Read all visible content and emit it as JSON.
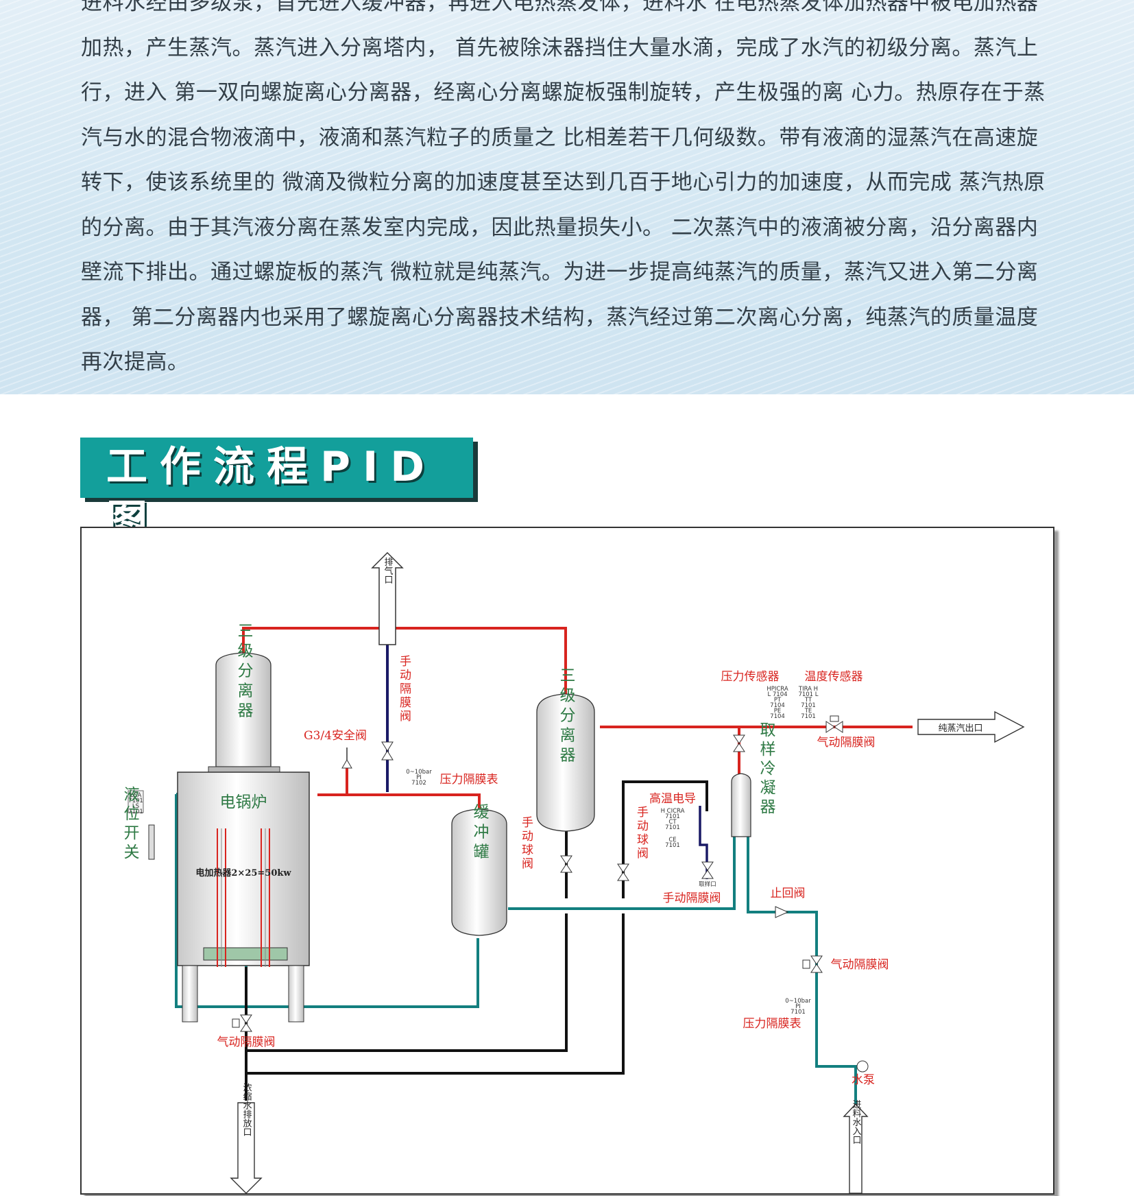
{
  "intro": {
    "paragraph": "进料水经由多级泵，首先进入缓冲器，再进入电热蒸发体，进料水 在电热蒸发体加热器中被电加热器加热，产生蒸汽。蒸汽进入分离塔内， 首先被除沫器挡住大量水滴，完成了水汽的初级分离。蒸汽上行，进入 第一双向螺旋离心分离器，经离心分离螺旋板强制旋转，产生极强的离 心力。热原存在于蒸汽与水的混合物液滴中，液滴和蒸汽粒子的质量之 比相差若干几何级数。带有液滴的湿蒸汽在高速旋转下，使该系统里的 微滴及微粒分离的加速度甚至达到几百于地心引力的加速度，从而完成 蒸汽热原的分离。由于其汽液分离在蒸发室内完成，因此热量损失小。 二次蒸汽中的液滴被分离，沿分离器内壁流下排出。通过螺旋板的蒸汽 微粒就是纯蒸汽。为进一步提高纯蒸汽的质量，蒸汽又进入第二分离器， 第二分离器内也采用了螺旋离心分离器技术结构，蒸汽经过第二次离心分离，纯蒸汽的质量温度再次提高。"
  },
  "section": {
    "title": "工作流程PID图"
  },
  "diagram": {
    "colors": {
      "steam": "#d8241f",
      "water": "#137f7f",
      "drain": "#111111",
      "vent": "#1a1a66",
      "accent": "#139f9b"
    },
    "labels": {
      "exhaust": "排气口",
      "separator_left": "三级分离器",
      "separator_right": "三级分离器",
      "boiler": "电锅炉",
      "heater": "电加热器2×25=50kw",
      "buffer_tank": "缓冲罐",
      "level_switch": "液位开关",
      "safety_valve": "G3/4安全阀",
      "manual_diaphragm_valve_v": "手动隔膜阀",
      "pressure_gauge": "压力隔膜表",
      "pressure_sensor": "压力传感器",
      "temp_sensor": "温度传感器",
      "pneumatic_valve_top": "气动隔膜阀",
      "pure_steam_outlet": "纯蒸汽出口",
      "sample_cooler": "取样冷凝器",
      "conductivity": "高温电导",
      "manual_ball_valve_1": "手动球阀",
      "manual_ball_valve_2": "手动球阀",
      "manual_diaphragm_valve_h": "手动隔膜阀",
      "check_valve": "止回阀",
      "pneumatic_valve_right": "气动隔膜阀",
      "pressure_gauge_2": "压力隔膜表",
      "pump": "水泵",
      "feed_inlet": "进料水入口",
      "pneumatic_valve_bottom": "气动隔膜阀",
      "concentrate_drain": "浓缩水排放口",
      "sample_port": "取样口"
    },
    "tags": {
      "lca": [
        "LCA",
        "7101",
        "LS",
        "7101"
      ],
      "pi_7102": [
        "0~10bar",
        "PI",
        "7102"
      ],
      "pic": [
        "HPICRA",
        "L 7104",
        "PT",
        "7104",
        "PE",
        "7104"
      ],
      "tira": [
        "TIRA H",
        "7101 L",
        "TT",
        "7101",
        "TE",
        "7101"
      ],
      "cicra": [
        "H CICRA",
        "7101",
        "CT",
        "7101"
      ],
      "ce": [
        "CE",
        "7101"
      ],
      "pi_7101": [
        "0~10bar",
        "PI",
        "7101"
      ]
    }
  }
}
